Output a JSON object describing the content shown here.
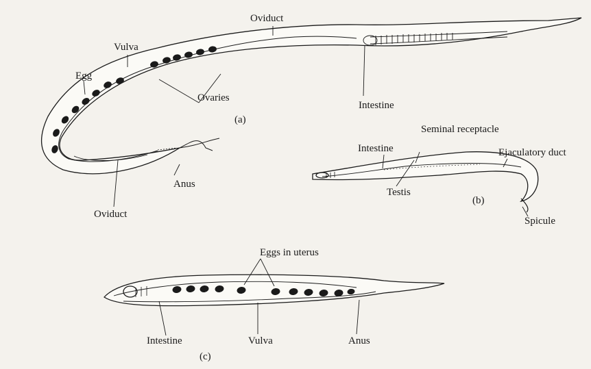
{
  "figure_a": {
    "panel_label": "(a)",
    "labels": {
      "oviduct_top": "Oviduct",
      "vulva": "Vulva",
      "egg": "Egg",
      "ovaries": "Ovaries",
      "intestine": "Intestine",
      "anus": "Anus",
      "oviduct_bottom": "Oviduct"
    }
  },
  "figure_b": {
    "panel_label": "(b)",
    "labels": {
      "intestine": "Intestine",
      "seminal_receptacle": "Seminal receptacle",
      "ejaculatory_duct": "Ejaculatory duct",
      "testis": "Testis",
      "spicule": "Spicule"
    }
  },
  "figure_c": {
    "panel_label": "(c)",
    "labels": {
      "eggs_in_uterus": "Eggs in uterus",
      "intestine": "Intestine",
      "vulva": "Vulva",
      "anus": "Anus"
    }
  },
  "colors": {
    "ink": "#1a1a1a",
    "paper": "#f4f2ed",
    "bleed": "#d9d6cf"
  }
}
